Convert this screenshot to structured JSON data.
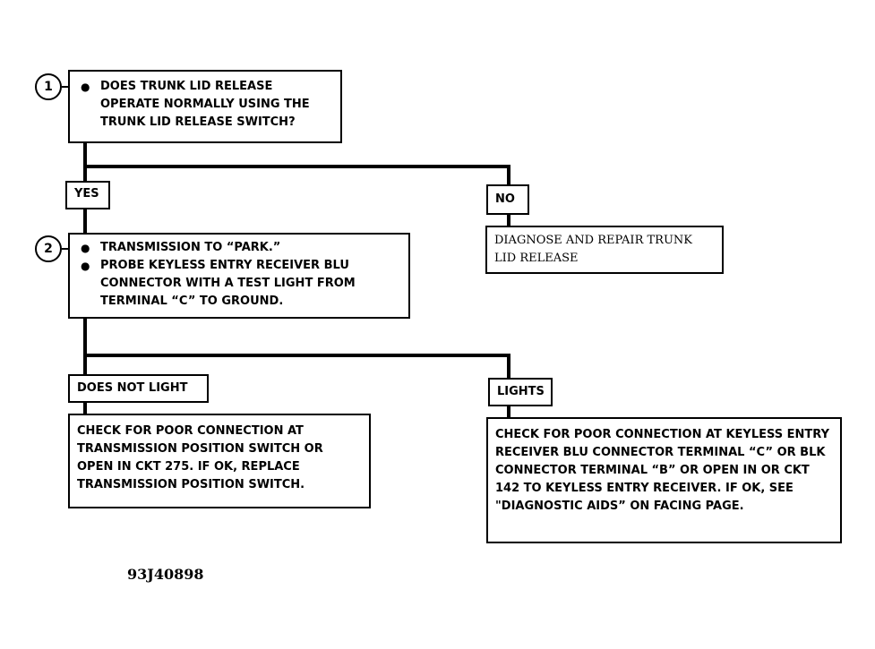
{
  "steps": {
    "step1": {
      "number": "1",
      "bullets": [
        "DOES TRUNK LID RELEASE OPERATE NORMALLY USING THE TRUNK LID RELEASE SWITCH?"
      ]
    },
    "step2": {
      "number": "2",
      "bullets": [
        "TRANSMISSION TO “PARK.”",
        "PROBE KEYLESS ENTRY RECEIVER BLU CONNECTOR WITH A TEST LIGHT FROM TERMINAL “C” TO GROUND."
      ]
    }
  },
  "branches": {
    "yes_label": "YES",
    "no_label": "NO",
    "does_not_light_label": "DOES NOT LIGHT",
    "lights_label": "LIGHTS"
  },
  "results": {
    "no_result": "DIAGNOSE AND REPAIR TRUNK LID RELEASE",
    "does_not_light_result": "CHECK FOR POOR CONNECTION AT TRANSMISSION POSITION SWITCH OR OPEN IN CKT 275.  IF OK, REPLACE TRANSMISSION POSITION SWITCH.",
    "lights_result": "CHECK FOR POOR CONNECTION AT KEYLESS ENTRY RECEIVER BLU CONNECTOR TERMINAL “C” OR BLK CONNECTOR TERMINAL “B” OR OPEN IN OR CKT 142 TO KEYLESS ENTRY RECEIVER.  IF OK,  SEE \"DIAGNOSTIC AIDS” ON FACING PAGE."
  },
  "figure_ref": "93J40898"
}
